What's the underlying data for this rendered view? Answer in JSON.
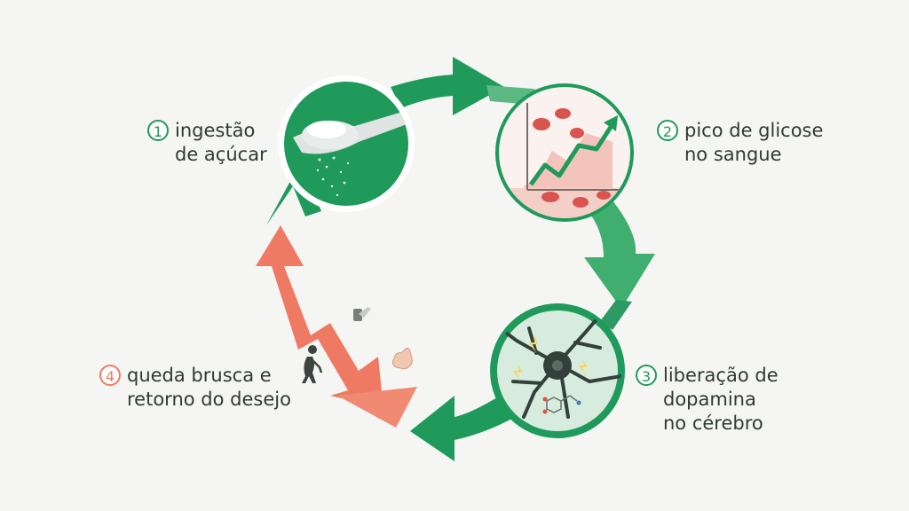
{
  "steps": [
    {
      "number": "1",
      "lines": [
        "ingestão",
        "de açúcar"
      ]
    },
    {
      "number": "2",
      "lines": [
        "pico de glicose",
        "no sangue"
      ]
    },
    {
      "number": "3",
      "lines": [
        "liberação de",
        "dopamina",
        "no cérebro"
      ]
    },
    {
      "number": "4",
      "lines": [
        "queda brusca e",
        "retorno do desejo"
      ]
    }
  ],
  "colors": {
    "green_dark": "#1f9a5a",
    "green_mid": "#3fae6e",
    "green_light": "#6cc08c",
    "coral": "#ee7a63",
    "blood": "#d9534f"
  }
}
